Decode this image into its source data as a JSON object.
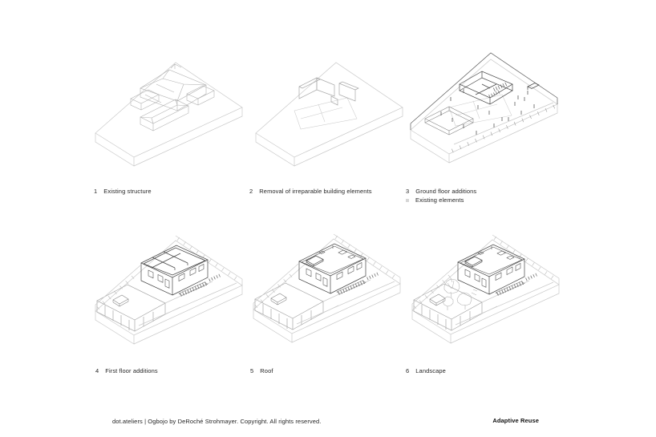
{
  "steps": [
    {
      "number": "1",
      "label": "Existing structure"
    },
    {
      "number": "2",
      "label": "Removal of irreparable building elements"
    },
    {
      "number": "3",
      "label": "Ground floor additions",
      "legend_label": "Existing elements"
    },
    {
      "number": "4",
      "label": "First floor additions"
    },
    {
      "number": "5",
      "label": "Roof"
    },
    {
      "number": "6",
      "label": "Landscape"
    }
  ],
  "legend": {
    "swatch_color": "#d6d6d6"
  },
  "footer": {
    "credit": "dot.ateliers | Ogbojo by DeRoché Strohmayer. Copyright. All rights reserved.",
    "project": "Adaptive Reuse"
  },
  "colors": {
    "background": "#ffffff",
    "existing_light": "#c9c9c9",
    "existing_medium": "#a8a8a8",
    "addition_dark": "#454545",
    "text": "#262626"
  }
}
